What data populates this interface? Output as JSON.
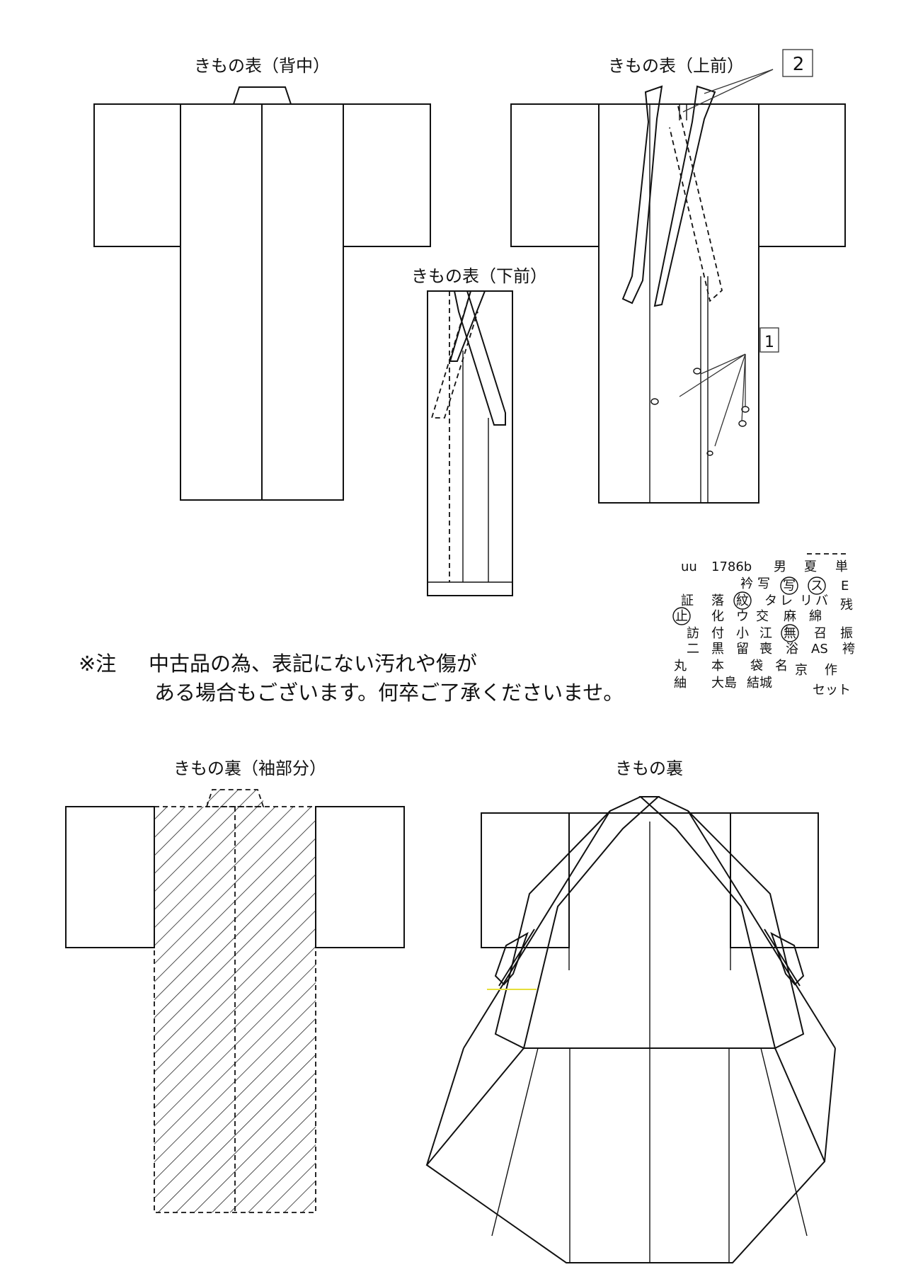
{
  "titles": {
    "back": "きもの表（背中）",
    "upper_front": "きもの表（上前）",
    "lower_front": "きもの表（下前）",
    "lining_sleeve": "きもの裏（袖部分）",
    "lining": "きもの裏"
  },
  "markers": {
    "one": "1",
    "two": "2"
  },
  "note": {
    "prefix": "※注",
    "line1": "中古品の為、表記にない汚れや傷が",
    "line2": "ある場合もございます。何卒ご了承くださいませ。"
  },
  "code_grid": {
    "r0": [
      "uu",
      "1786b",
      "男",
      "夏",
      "単"
    ],
    "r1": [
      "衿",
      "写",
      "写",
      "ス",
      "E"
    ],
    "r2": [
      "証",
      "落",
      "紋",
      "タ",
      "レ",
      "リ",
      "バ",
      "残"
    ],
    "r3": [
      "止",
      "化",
      "ウ",
      "交",
      "麻",
      "綿"
    ],
    "r4": [
      "訪",
      "付",
      "小",
      "江",
      "無",
      "召",
      "振"
    ],
    "r5": [
      "二",
      "黒",
      "留",
      "喪",
      "浴",
      "AS",
      "袴"
    ],
    "r6": [
      "丸",
      "本",
      "袋",
      "名",
      "京",
      "作"
    ],
    "r7": [
      "紬",
      "大島",
      "結城",
      "セット"
    ]
  }
}
